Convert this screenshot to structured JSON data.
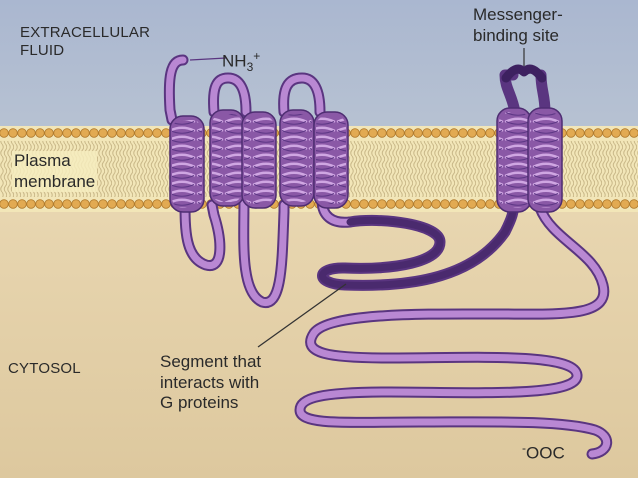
{
  "labels": {
    "extracellular_line1": "EXTRACELLULAR",
    "extracellular_line2": "FLUID",
    "nh3_base": "NH",
    "nh3_sub": "3",
    "nh3_sup": "+",
    "messenger_line1": "Messenger-",
    "messenger_line2": "binding site",
    "plasma_line1": "Plasma",
    "plasma_line2": "membrane",
    "cytosol": "CYTOSOL",
    "segment_line1": "Segment that",
    "segment_line2": "interacts with",
    "segment_line3": "G proteins",
    "cooh_minus": "-",
    "cooh": "OOC"
  },
  "colors": {
    "extracellular": "#a9b8cf",
    "cytosol": "#e6d3ac",
    "membrane": "#f2e6b8",
    "lipid_head": "#e2aa52",
    "protein": "#8a58a6",
    "protein_light": "#c49ad8",
    "protein_dark": "#4a2a6e",
    "text": "#2a2a2a"
  }
}
